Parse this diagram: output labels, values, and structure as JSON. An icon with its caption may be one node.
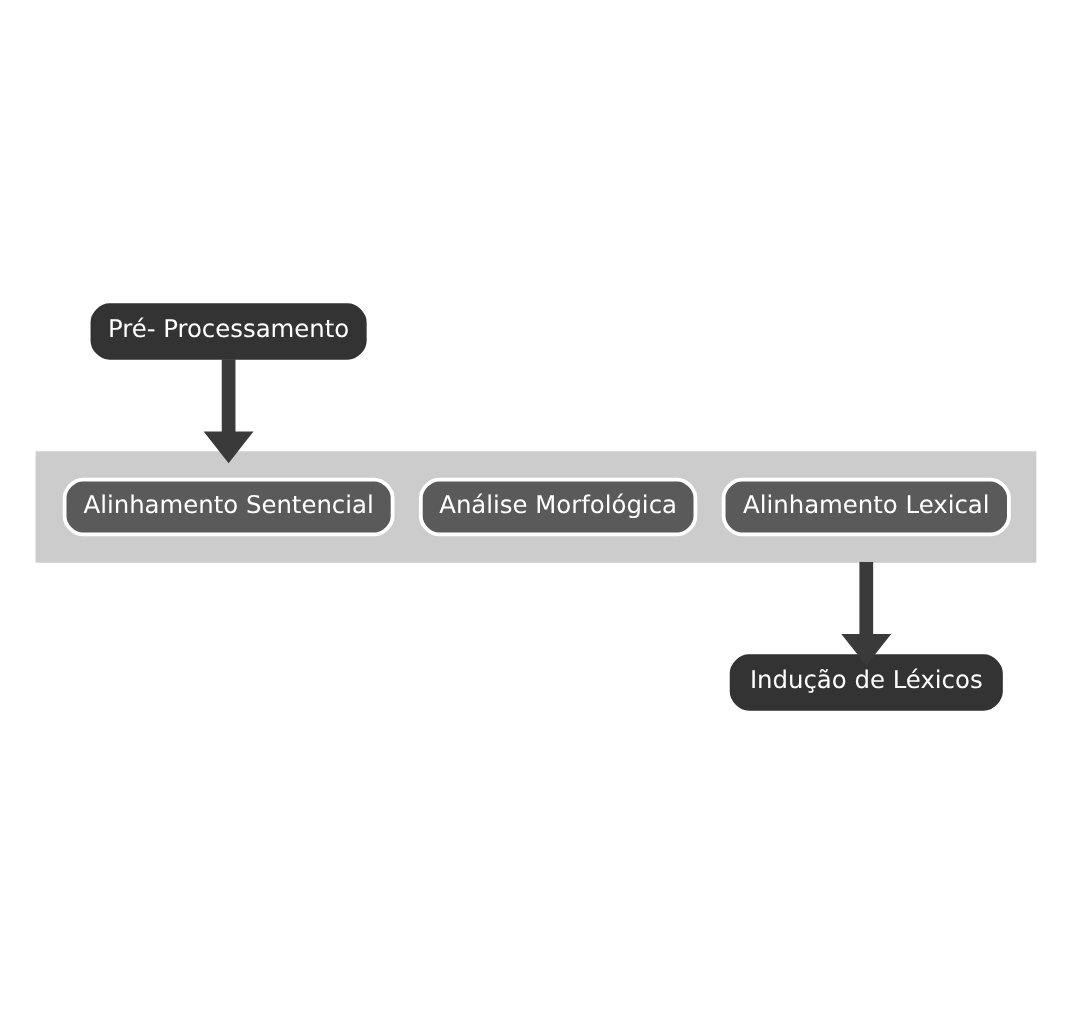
{
  "diagram": {
    "nodes": [
      {
        "text": [
          "Pré- Processamento"
        ]
      },
      {
        "text": [],
        "shape": "arrow"
      },
      {
        "text": [
          "Alinhamento Sentencial"
        ],
        "in": 1
      },
      {
        "text": [
          "Análise Morfológica"
        ],
        "in": 1
      },
      {
        "text": [
          "Alinhamento Lexical"
        ],
        "in": 1
      },
      {
        "text": [
          "Indução de Léxicos"
        ]
      }
    ],
    "edges": [
      {
        "from": 0,
        "to": 1,
        "arrow": "to"
      },
      {
        "from": 1,
        "to": 5,
        "arrow": "to"
      }
    ]
  }
}
